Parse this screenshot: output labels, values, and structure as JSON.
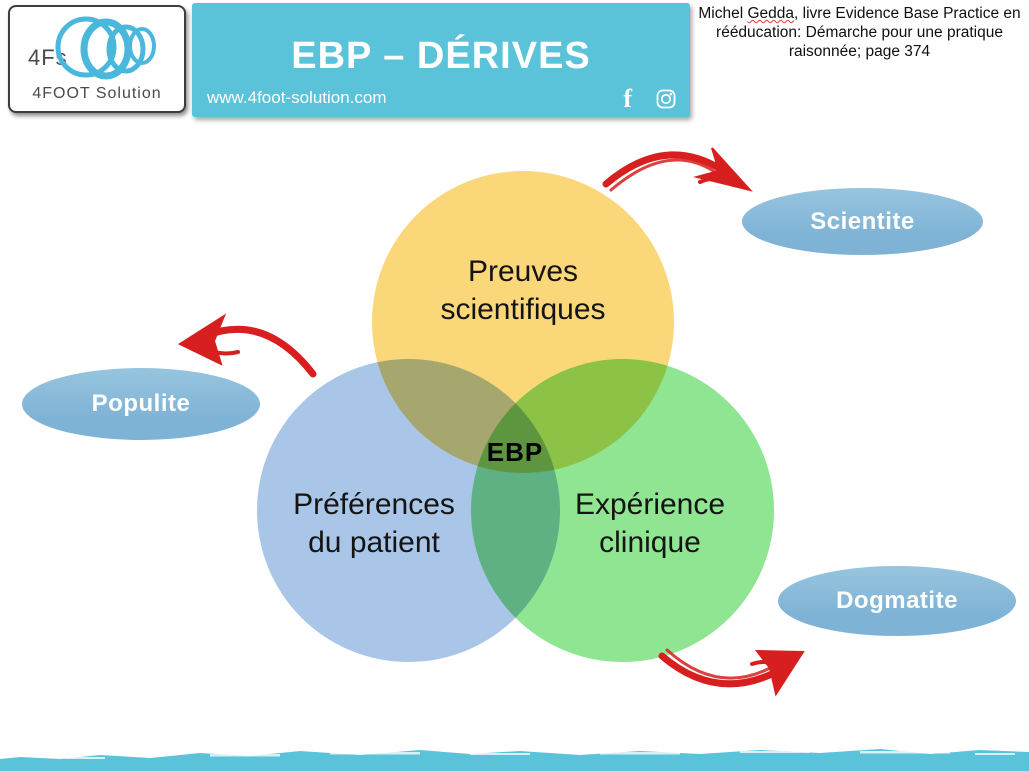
{
  "colors": {
    "banner-teal": "#5BC3D9",
    "stripe-teal": "#5BC3D9",
    "logo-blue": "#4AB7DC",
    "circle-yellow": "#FAD87A",
    "circle-blue": "#A9C5E7",
    "circle-green": "#8FE591",
    "derive-blue": "#7FB3D5",
    "arrow-red": "#D81F1F"
  },
  "header": {
    "logo": {
      "abbr": "4Fs",
      "name": "4FOOT Solution"
    },
    "banner": {
      "title": "EBP – DÉRIVES",
      "website": "www.4foot-solution.com",
      "icons": [
        "facebook-icon",
        "instagram-icon"
      ]
    },
    "citation": {
      "pre": "Michel ",
      "word": "Gedda",
      "post": ", livre Evidence Base Practice en rééducation: Démarche pour une pratique raisonnée; page 374"
    }
  },
  "venn": {
    "center_label": "EBP",
    "circles": [
      {
        "name": "preuves-scientifiques",
        "lines": [
          "Preuves",
          "scientifiques"
        ],
        "color": "#FAD87A"
      },
      {
        "name": "preferences-du-patient",
        "lines": [
          "Préférences",
          "du patient"
        ],
        "color": "#A9C5E7"
      },
      {
        "name": "experience-clinique",
        "lines": [
          "Expérience",
          "clinique"
        ],
        "color": "#8FE591"
      }
    ]
  },
  "derives": [
    {
      "name": "scientite",
      "label": "Scientite"
    },
    {
      "name": "populite",
      "label": "Populite"
    },
    {
      "name": "dogmatite",
      "label": "Dogmatite"
    }
  ]
}
